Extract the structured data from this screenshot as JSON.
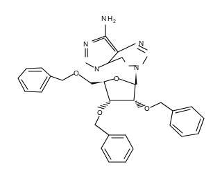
{
  "molecule": {
    "atoms": {
      "amine_n": "N",
      "amine_h": "H",
      "amine_sub": "2",
      "purine_n1": "N",
      "purine_n3": "N",
      "purine_n7": "N",
      "purine_n9": "N",
      "ring_o": "O",
      "o5": "O",
      "o3": "O",
      "o2": "O"
    }
  }
}
